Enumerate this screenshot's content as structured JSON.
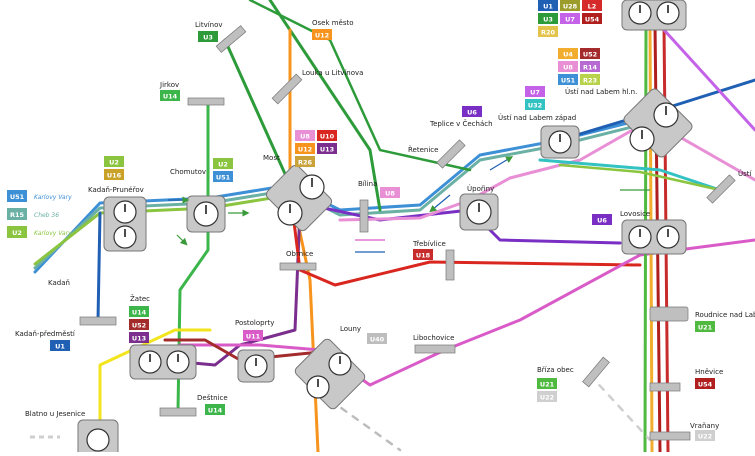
{
  "colors": {
    "U1": "#1f5fb4",
    "U2": "#8bc53f",
    "U3": "#2e9b3a",
    "U4": "#f2ac2e",
    "U5": "#8a8a8a",
    "U6": "#7a2fc4",
    "U7": "#c463e8",
    "U8": "#e88fd6",
    "U10": "#d9261f",
    "U11": "#d95bc8",
    "U12": "#f7941d",
    "U13": "#7b2e8e",
    "U14": "#3cb54a",
    "U16": "#c9a227",
    "U18": "#c82b2b",
    "U21": "#4fba3f",
    "U22": "#cfcfcf",
    "U28": "#9c9c2a",
    "U32": "#33c2c2",
    "U40": "#bdbdbd",
    "U51": "#3d8fd6",
    "U52": "#a32b2b",
    "U54": "#b01e1e",
    "R14": "#b76ad1",
    "R15": "#6bb0a4",
    "R20": "#e3c34a",
    "R23": "#b8d24c",
    "R26": "#c9a23a",
    "L2": "#d62a2a",
    "yellow": "#f2e51e",
    "blue": "#1f5fb4"
  },
  "stations": {
    "litvinov": "Litvínov",
    "osek": "Osek město",
    "louka": "Louka u Litvínova",
    "jirkov": "Jirkov",
    "chomutov": "Chomutov",
    "kadan_prunerov": "Kadaň-Prunéřov",
    "most": "Most",
    "bilina": "Bílina",
    "teplice": "Teplice v Čechách",
    "retenice": "Řetenice",
    "uzap": "Ústí nad Labem západ",
    "uhln": "Ústí nad Labem hl.n.",
    "upori": "Úpořiny",
    "usti": "Ústí",
    "lovosice": "Lovosice",
    "kadan": "Kadaň",
    "kadan_predmesti": "Kadaň-předměstí",
    "obrnice": "Obrnice",
    "trebivlice": "Třebívlice",
    "zatec": "Žatec",
    "postoloprty": "Postoloprty",
    "louny": "Louny",
    "libochovice": "Libochovice",
    "roudnice": "Roudnice nad Lab",
    "hnevice": "Hněvice",
    "breza": "Bříza obec",
    "vranany": "Vraňany",
    "blatno": "Blatno u Jesenice",
    "destnice": "Deštnice"
  },
  "badges": {
    "litvinov": [
      "U3"
    ],
    "osek": [
      "U12"
    ],
    "jirkov": [
      "U14"
    ],
    "chomutov": [
      "U2",
      "U16"
    ],
    "chomutov2": [
      "U2",
      "U51"
    ],
    "most": [
      "U8",
      "U10",
      "U12",
      "U13",
      "R26"
    ],
    "bilina": [
      "U8"
    ],
    "teplice": [
      "U6"
    ],
    "uzap": [
      "U7",
      "U32"
    ],
    "uhln": [
      "U4",
      "U52",
      "U8",
      "R14",
      "U51",
      "R23"
    ],
    "top": [
      "U1",
      "U28",
      "L2",
      "U3",
      "U7",
      "U54",
      "R20"
    ],
    "lovosice": [
      "U6"
    ],
    "trebivlice": [
      "U18"
    ],
    "zatec": [
      "U14",
      "U52",
      "U13"
    ],
    "postoloprty": [
      "U11"
    ],
    "louny": [
      "U40"
    ],
    "destnice": [
      "U14"
    ],
    "roudnice": [
      "U21"
    ],
    "hnevice": [
      "U54"
    ],
    "breza": [
      "U21",
      "U22"
    ],
    "vranany": [
      "U22"
    ],
    "kadan_predmesti": [
      "U1"
    ]
  },
  "legend": [
    {
      "line": "U51",
      "text": "Karlovy Vary"
    },
    {
      "line": "R15",
      "text": "Cheb 36"
    },
    {
      "line": "U2",
      "text": "Karlovy Vary"
    }
  ]
}
